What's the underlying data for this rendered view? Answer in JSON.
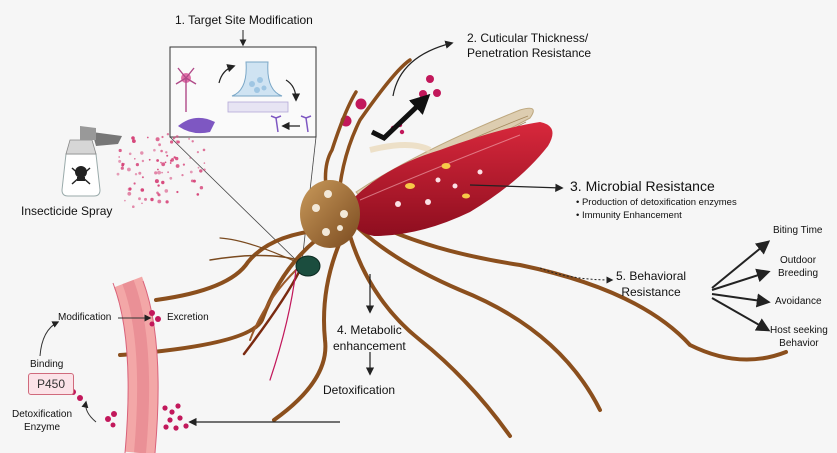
{
  "labels": {
    "target_site": "1. Target Site Modification",
    "cuticular": "2. Cuticular Thickness/\nPenetration Resistance",
    "microbial": "3. Microbial Resistance",
    "microbial_items": [
      "Production of detoxification enzymes",
      "Immunity Enhancement"
    ],
    "metabolic": "4. Metabolic\nenhancement",
    "behavioral": "5. Behavioral\nResistance",
    "behavioral_items": [
      "Biting Time",
      "Outdoor\nBreeding",
      "Avoidance",
      "Host seeking\nBehavior"
    ],
    "insecticide": "Insecticide Spray",
    "detoxification": "Detoxification",
    "modification": "Modification",
    "excretion": "Excretion",
    "binding": "Binding",
    "p450": "P450",
    "detox_enzyme": "Detoxification\nEnzyme"
  },
  "colors": {
    "background": "#f6f6f6",
    "abdomen": "#b8142a",
    "body_brown": "#8b5a2b",
    "droplet": "#c2185b",
    "vessel": "#f3a7a7",
    "arrow": "#222222"
  },
  "icons": [
    "spray-bottle-icon",
    "skull-icon",
    "neuron-icon",
    "synapse-icon",
    "mosquito-illustration"
  ]
}
